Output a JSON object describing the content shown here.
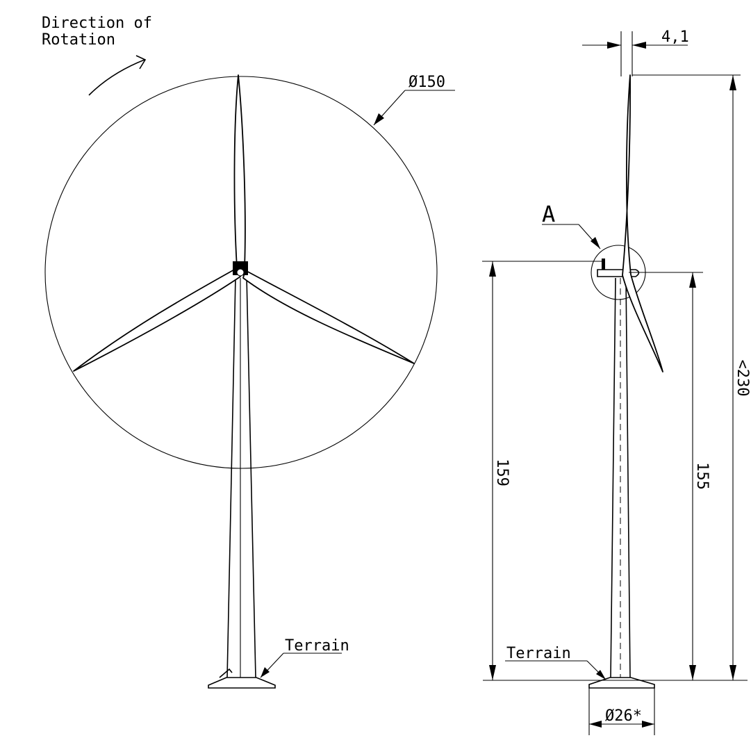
{
  "labels": {
    "direction_line1": "Direction of",
    "direction_line2": "Rotation",
    "rotor_diameter": "Ø150",
    "terrain_front": "Terrain",
    "terrain_side": "Terrain",
    "detail_marker": "A",
    "blade_offset": "4,1",
    "total_height": "<230",
    "height_159": "159",
    "hub_height": "155",
    "base_diameter": "Ø26*"
  }
}
